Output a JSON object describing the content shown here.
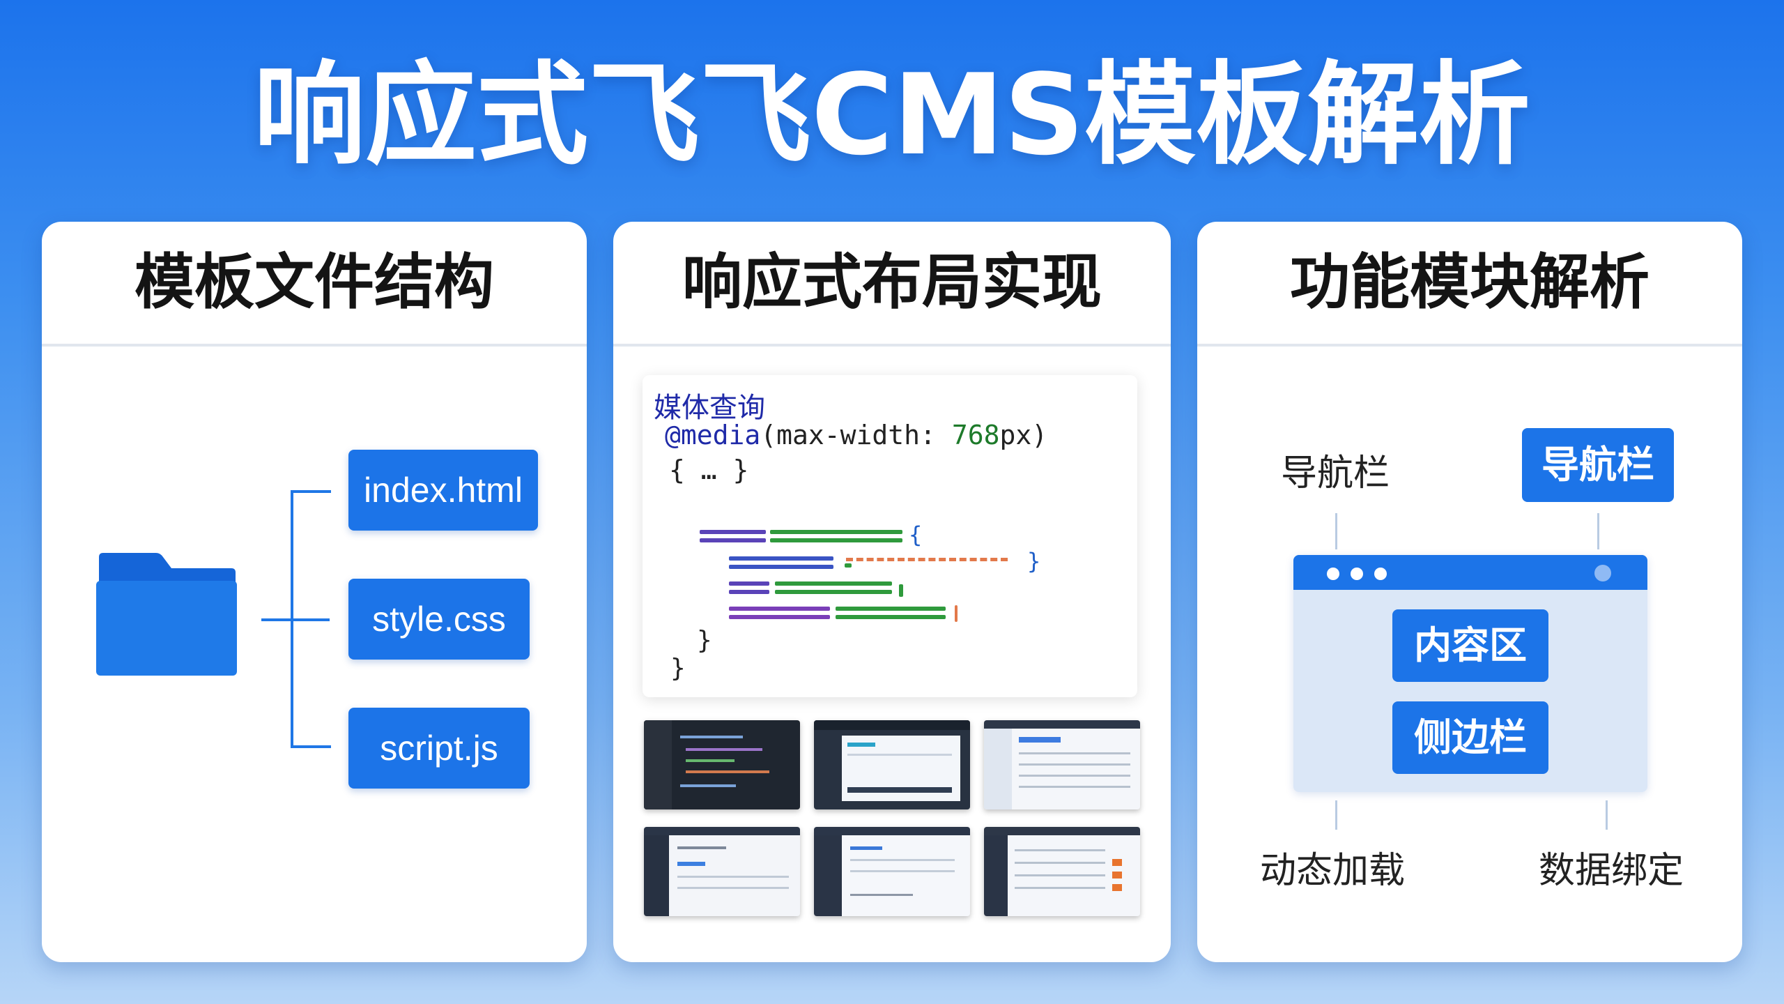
{
  "title": "响应式飞飞CMS模板解析",
  "colors": {
    "accent": "#1c74e8",
    "keyword": "#1f2aa8",
    "number": "#1d7a2a"
  },
  "panels": [
    {
      "heading": "模板文件结构",
      "icon": "folder-icon",
      "files": [
        "index.html",
        "style.css",
        "script.js"
      ]
    },
    {
      "heading": "响应式布局实现",
      "code": {
        "label": "媒体查询",
        "media_keyword": "@media",
        "condition_open": "(max-width: ",
        "width_value": "768",
        "condition_close": "px)",
        "block": "{ … }",
        "open_brace_1": "{",
        "close_brace_1": "}",
        "close_brace_2": "}"
      },
      "thumbnails": [
        "code-editor-screenshot",
        "dialog-screenshot",
        "table-app-screenshot",
        "form-app-screenshot",
        "list-app-screenshot",
        "data-table-screenshot"
      ]
    },
    {
      "heading": "功能模块解析",
      "labels": {
        "nav_text": "导航栏",
        "nav_button": "导航栏",
        "content_button": "内容区",
        "sidebar_button": "侧边栏",
        "dynamic_load": "动态加载",
        "data_binding": "数据绑定"
      }
    }
  ]
}
